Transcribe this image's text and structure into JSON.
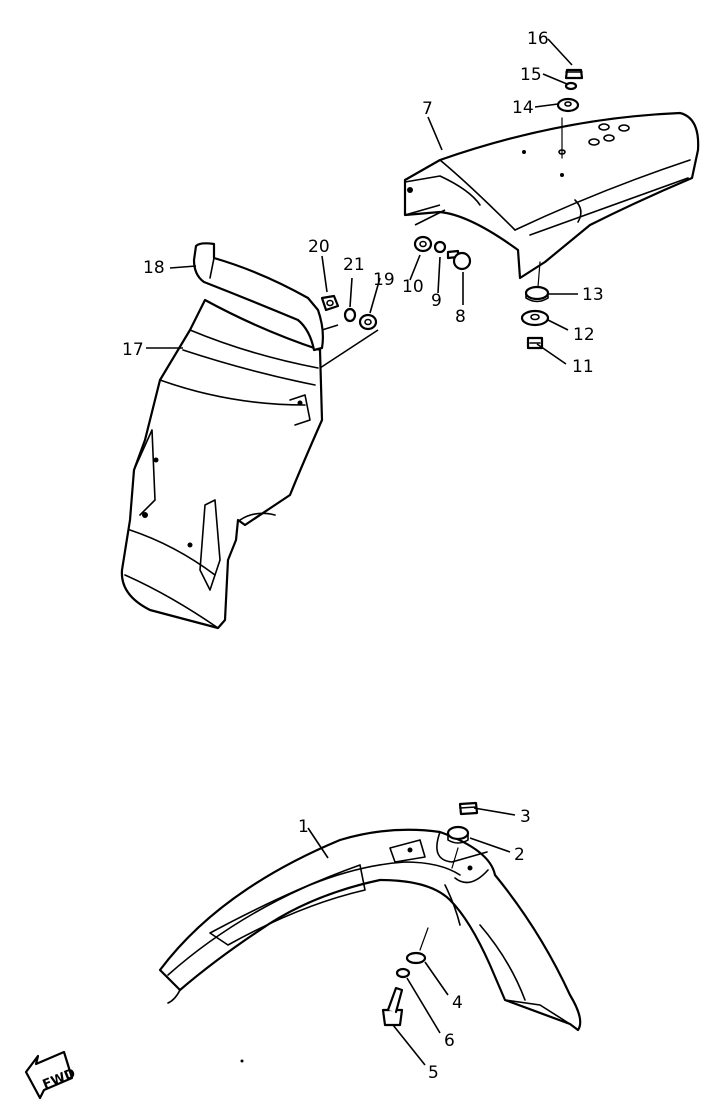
{
  "callouts": {
    "p1": "1",
    "p2": "2",
    "p3": "3",
    "p4": "4",
    "p5": "5",
    "p6": "6",
    "p7": "7",
    "p8": "8",
    "p9": "9",
    "p10": "10",
    "p11": "11",
    "p12": "12",
    "p13": "13",
    "p14": "14",
    "p15": "15",
    "p16": "16",
    "p17": "17",
    "p18": "18",
    "p19": "19",
    "p20": "20",
    "p21": "21"
  },
  "fwd_label": "FWD",
  "colors": {
    "ink": "#000000",
    "paper": "#ffffff"
  }
}
